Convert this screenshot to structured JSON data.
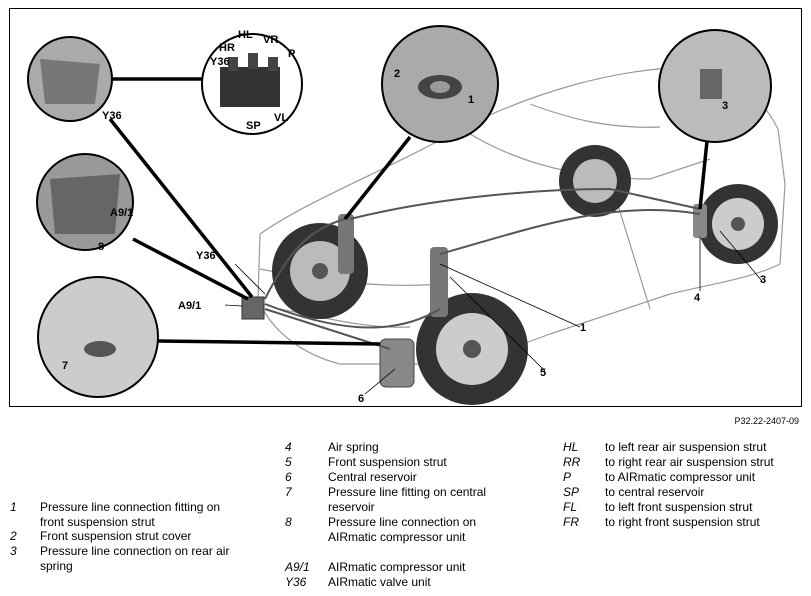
{
  "diagram": {
    "callouts": {
      "hl": "HL",
      "hr": "HR",
      "vr": "VR",
      "p": "P",
      "y36_inset": "Y36",
      "sp": "SP",
      "vl": "VL",
      "y36_left": "Y36",
      "a91_inset": "A9/1",
      "n8": "8",
      "y36_main": "Y36",
      "a91_main": "A9/1",
      "n7": "7",
      "n2": "2",
      "n1_inset": "1",
      "n3_inset": "3",
      "n1": "1",
      "n5": "5",
      "n6": "6",
      "n4": "4",
      "n3": "3"
    },
    "reference": "P32.22-2407-09"
  },
  "legend": {
    "col1": [
      {
        "key": "1",
        "text": "Pressure line connection fitting on",
        "text2": "front suspension strut"
      },
      {
        "key": "2",
        "text": "Front suspension strut cover"
      },
      {
        "key": "3",
        "text": "Pressure line connection on rear air",
        "text2": "spring"
      }
    ],
    "col2": [
      {
        "key": "4",
        "text": "Air spring"
      },
      {
        "key": "5",
        "text": "Front suspension strut"
      },
      {
        "key": "6",
        "text": "Central reservoir"
      },
      {
        "key": "7",
        "text": "Pressure line fitting on central",
        "text2": "reservoir"
      },
      {
        "key": "8",
        "text": "Pressure line connection on",
        "text2": "AIRmatic compressor unit"
      },
      {
        "key": "A9/1",
        "text": "AIRmatic compressor unit"
      },
      {
        "key": "Y36",
        "text": "AIRmatic valve unit"
      }
    ],
    "col3": [
      {
        "key": "HL",
        "text": "to left rear air suspension strut"
      },
      {
        "key": "RR",
        "text": "to right rear air suspension strut"
      },
      {
        "key": "P",
        "text": "to AIRmatic compressor unit"
      },
      {
        "key": "SP",
        "text": "to central reservoir"
      },
      {
        "key": "FL",
        "text": "to left front suspension strut"
      },
      {
        "key": "FR",
        "text": "to right front suspension strut"
      }
    ]
  }
}
